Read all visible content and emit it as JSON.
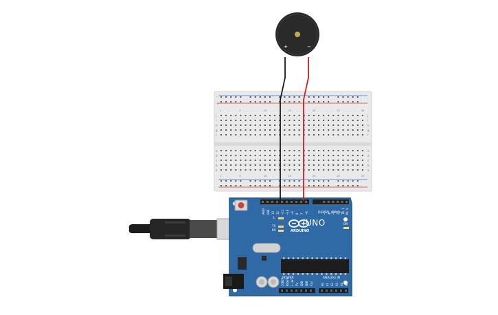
{
  "colors": {
    "board": "#2f6aa6",
    "board_edge": "#24578c",
    "breadboard": "#e8e8e8",
    "rail_red": "#d33b3b",
    "rail_blue": "#3b6fd3",
    "wire_black": "#1a1a1a",
    "wire_red": "#d21e1e",
    "buzzer": "#2a2a2a",
    "buzzer_center": "#c9a84a"
  },
  "buzzer": {
    "plus_label": "+",
    "minus_label": "−"
  },
  "breadboard": {
    "rail_symbols": [
      "-",
      "+"
    ],
    "row_letters_top": [
      "j",
      "i",
      "h",
      "g",
      "f"
    ],
    "row_letters_bottom": [
      "e",
      "d",
      "c",
      "b",
      "a"
    ],
    "column_numbers": [
      "1",
      "5",
      "10",
      "15",
      "20",
      "25",
      "30"
    ]
  },
  "arduino": {
    "brand": "ARDUINO",
    "model": "UNO",
    "digital_label": "DIGITAL (PWM~)",
    "power_label": "POWER",
    "analog_label": "ANALOG IN",
    "led_labels": [
      "L",
      "TX",
      "RX"
    ],
    "on_label": "ON",
    "digital_pins": [
      "AREF",
      "GND",
      "13",
      "12",
      "~11",
      "~10",
      "~9",
      "8",
      "7",
      "~6",
      "~5",
      "4",
      "~3",
      "2",
      "TX 1",
      "RX 0"
    ],
    "power_pins": [
      "IOREF",
      "RESET",
      "3.3V",
      "5V",
      "GND",
      "GND",
      "Vin"
    ],
    "analog_pins": [
      "A0",
      "A1",
      "A2",
      "A3",
      "A4",
      "A5"
    ]
  }
}
